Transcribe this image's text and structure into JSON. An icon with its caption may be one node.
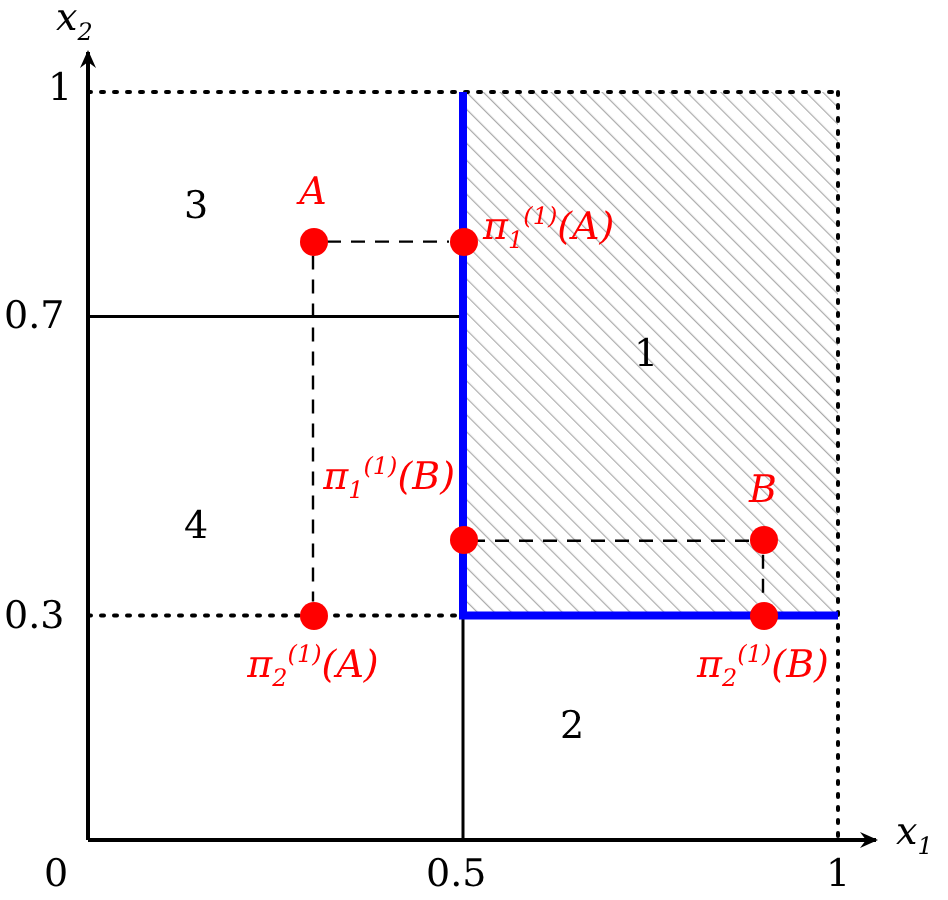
{
  "diagram": {
    "nodes": [
      {
        "text": [
          "A"
        ]
      },
      {
        "text": [
          "π$_{1}$$^{(1)}$(A)"
        ]
      },
      {
        "text": [
          "π$_{1}$$^{(1)}$(B)"
        ]
      },
      {
        "text": [
          "B"
        ]
      },
      {
        "text": [
          "π$_{2}$$^{(1)}$(A)"
        ]
      },
      {
        "text": [
          "π$_{2}$$^{(1)}$(B)"
        ]
      }
    ],
    "edges": [
      {
        "from": 0,
        "to": 1,
        "arrow": "none",
        "style": "dashed"
      },
      {
        "from": 0,
        "to": 4,
        "arrow": "none",
        "style": "dashed"
      },
      {
        "from": 3,
        "to": 2,
        "arrow": "none",
        "style": "dashed"
      },
      {
        "from": 3,
        "to": 5,
        "arrow": "none",
        "style": "dashed"
      }
    ],
    "labels": [
      "x$_{2}$",
      "1",
      "3",
      "0.7",
      "1",
      "4",
      "0.3",
      "2",
      "0",
      "0.5",
      "1",
      "x$_{1}$"
    ]
  }
}
